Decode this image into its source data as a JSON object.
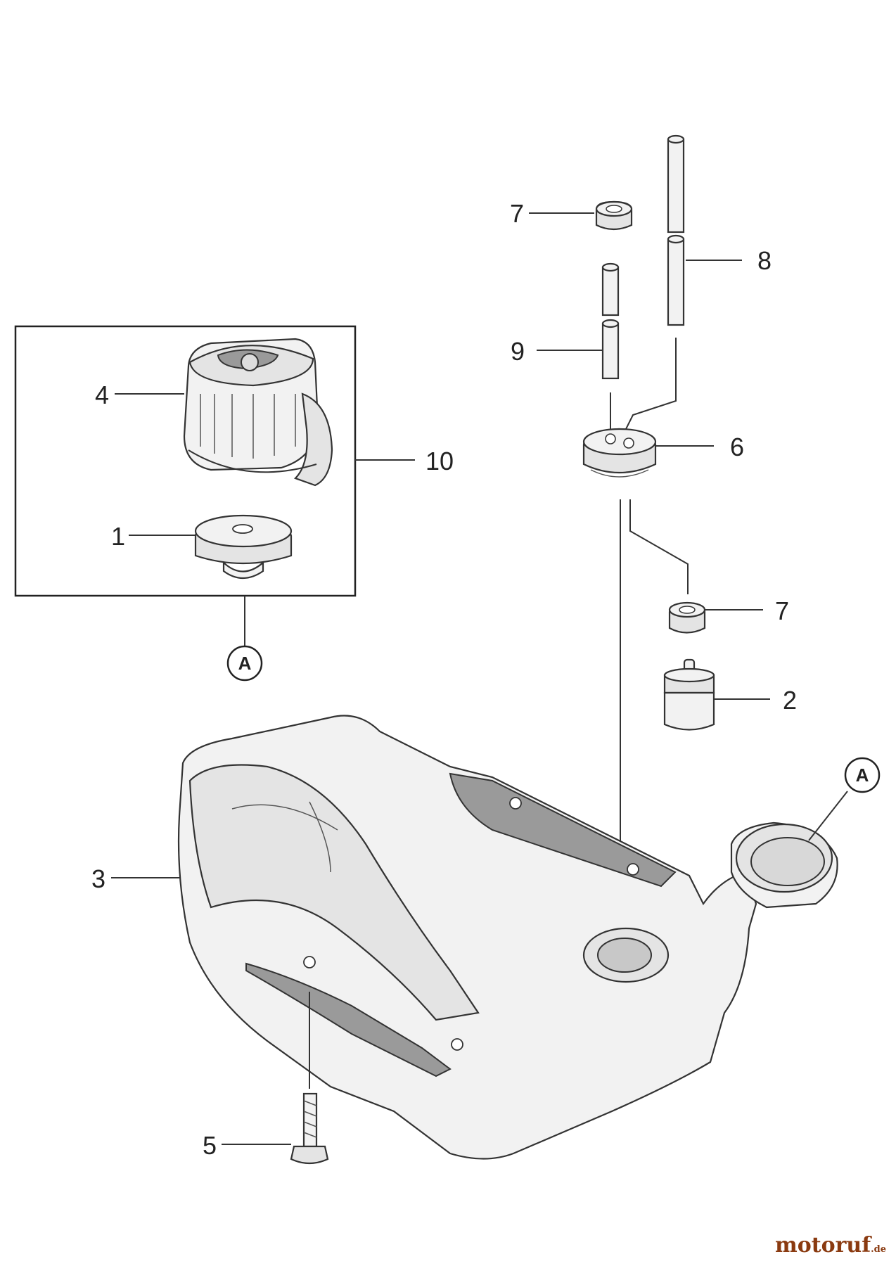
{
  "callouts": {
    "p1": "1",
    "p2": "2",
    "p3": "3",
    "p4": "4",
    "p5": "5",
    "p6": "6",
    "p7a": "7",
    "p7b": "7",
    "p8": "8",
    "p9": "9",
    "p10": "10"
  },
  "refs": {
    "a_cap": "A",
    "a_tank": "A"
  },
  "watermark": {
    "text": "motoruf",
    "suffix": ".de"
  }
}
